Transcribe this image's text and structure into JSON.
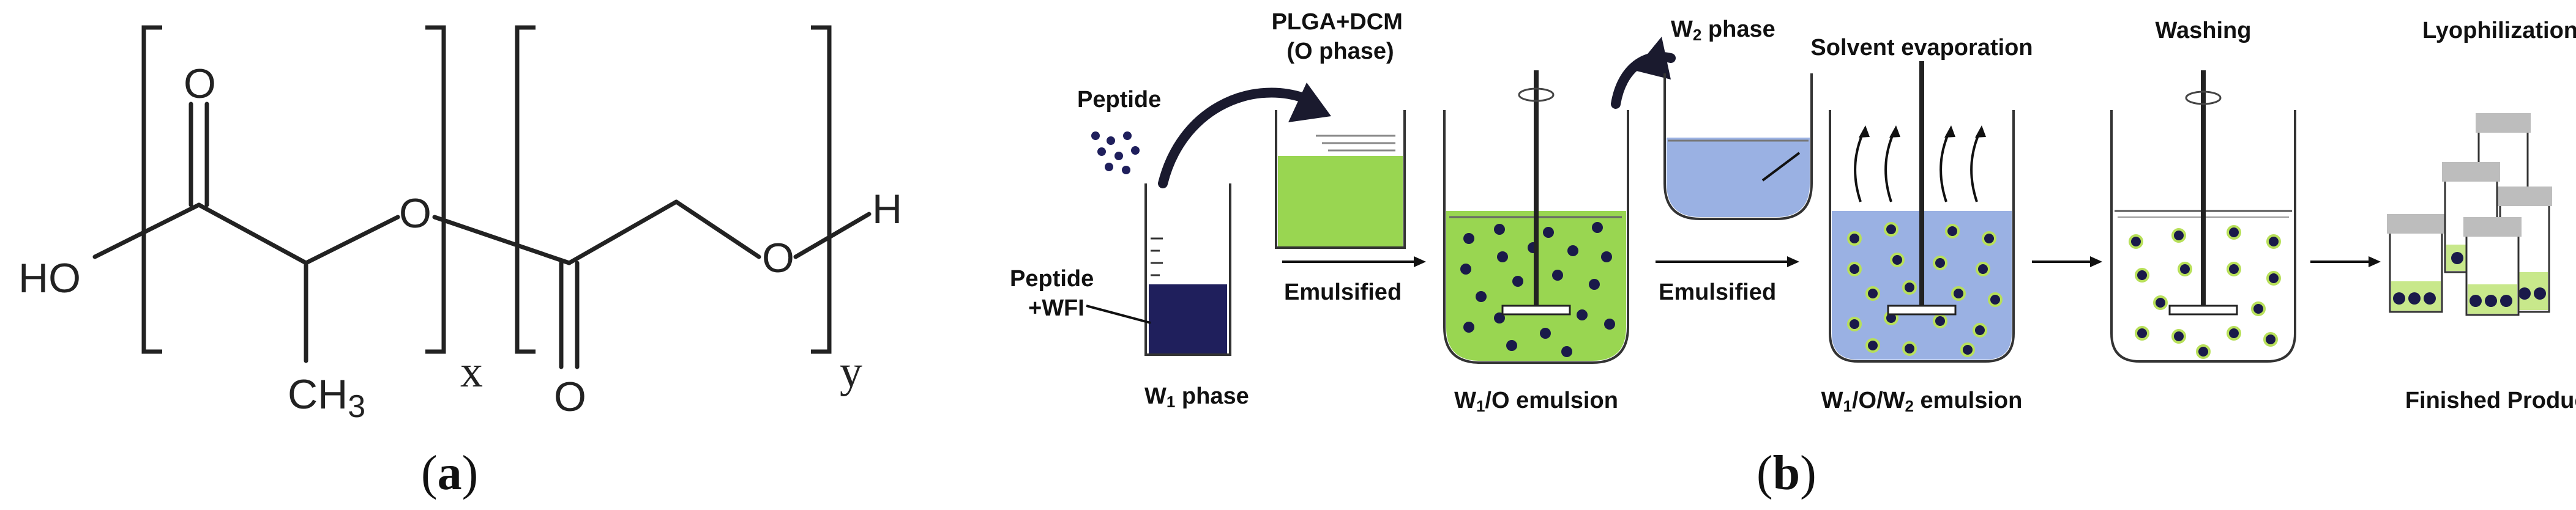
{
  "panel_a": {
    "label_open": "(",
    "label_letter": "a",
    "label_close": ")",
    "atoms": {
      "ho": "HO",
      "o_carbonyl_1": "O",
      "o_ester": "O",
      "ch3_c": "CH",
      "ch3_sub": "3",
      "o_carbonyl_2": "O",
      "o_terminal": "O",
      "h_terminal": "H"
    },
    "subscripts": {
      "x": "x",
      "y": "y"
    }
  },
  "panel_b": {
    "label_open": "(",
    "label_letter": "b",
    "label_close": ")",
    "labels": {
      "peptide": "Peptide",
      "peptide_wfi_line1": "Peptide",
      "peptide_wfi_line2": "+WFI",
      "w1_phase_w": "W",
      "w1_phase_sub": "1",
      "w1_phase_rest": " phase",
      "plga_line1": "PLGA+DCM",
      "plga_line2": "(O phase)",
      "emulsified_1": "Emulsified",
      "w1o_w": "W",
      "w1o_sub": "1",
      "w1o_rest": "/O emulsion",
      "w2_phase_w": "W",
      "w2_phase_sub": "2",
      "w2_phase_rest": " phase",
      "emulsified_2": "Emulsified",
      "solvent_evaporation": "Solvent evaporation",
      "w1ow2_w": "W",
      "w1ow2_sub1": "1",
      "w1ow2_mid": "/O/W",
      "w1ow2_sub2": "2",
      "w1ow2_rest": " emulsion",
      "washing": "Washing",
      "lyophilization": "Lyophilization",
      "finished_product": "Finished Product"
    }
  },
  "colors": {
    "peptide_solution": "#1f1f5c",
    "o_phase_green": "#99d651",
    "w2_phase_blue": "#9ab1e3",
    "particle_dark": "#1a1a4a",
    "particle_ring": "#b8e05a",
    "vial_cap": "#bdbdbd"
  }
}
